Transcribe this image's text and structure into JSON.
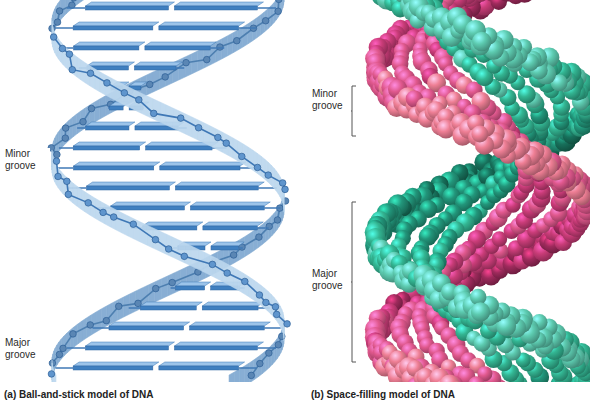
{
  "diagram": {
    "labels": [
      "Minor groove",
      "Major groove",
      "(a) Ball-and-stick model of DNA",
      "Minor groove",
      "Major groove",
      "(b) Space-filling model of DNA"
    ]
  }
}
